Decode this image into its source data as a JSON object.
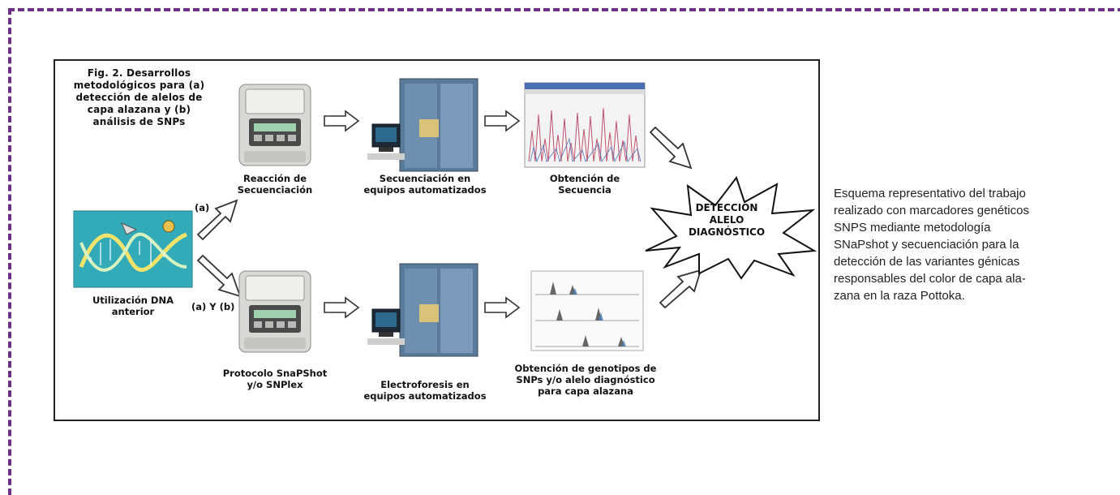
{
  "figure": {
    "title_lines": [
      "Fig. 2. Desarrollos",
      "metodológicos para (a)",
      "detección de alelos de",
      "capa alazana y (b)",
      "análisis de SNPs"
    ],
    "top_row": {
      "step1_lines": [
        "Reacción de",
        "Secuenciación"
      ],
      "step2_lines": [
        "Secuenciación en",
        "equipos automatizados"
      ],
      "step3_lines": [
        "Obtención de",
        "Secuencia"
      ]
    },
    "bottom_row": {
      "step1_lines": [
        "Protocolo SnaPShot",
        "y/o SNPlex"
      ],
      "step2_lines": [
        "Electroforesis en",
        "equipos automatizados"
      ],
      "step3_lines": [
        "Obtención de genotipos de",
        "SNPs y/o alelo diagnóstico",
        "para capa alazana"
      ]
    },
    "source_lines": [
      "Utilización DNA",
      "anterior"
    ],
    "branch_a_label": "(a)",
    "branch_ab_label": "(a) Y (b)",
    "result_lines": [
      "DETECCIÓN",
      "ALELO",
      "DIAGNÓSTICO"
    ]
  },
  "caption_lines": [
    "Esquema representativo del trabajo",
    "realizado con marcadores genéticos",
    "SNPS mediante metodología",
    "SNaPshot y secuenciación para la",
    "detección de las variantes génicas",
    "responsables del color de capa ala-",
    "zana en la raza Pottoka."
  ],
  "colors": {
    "border_dashed": "#6b2f86",
    "dna_background": "#2a9fb0",
    "chart_peaks": "#c0506a"
  }
}
